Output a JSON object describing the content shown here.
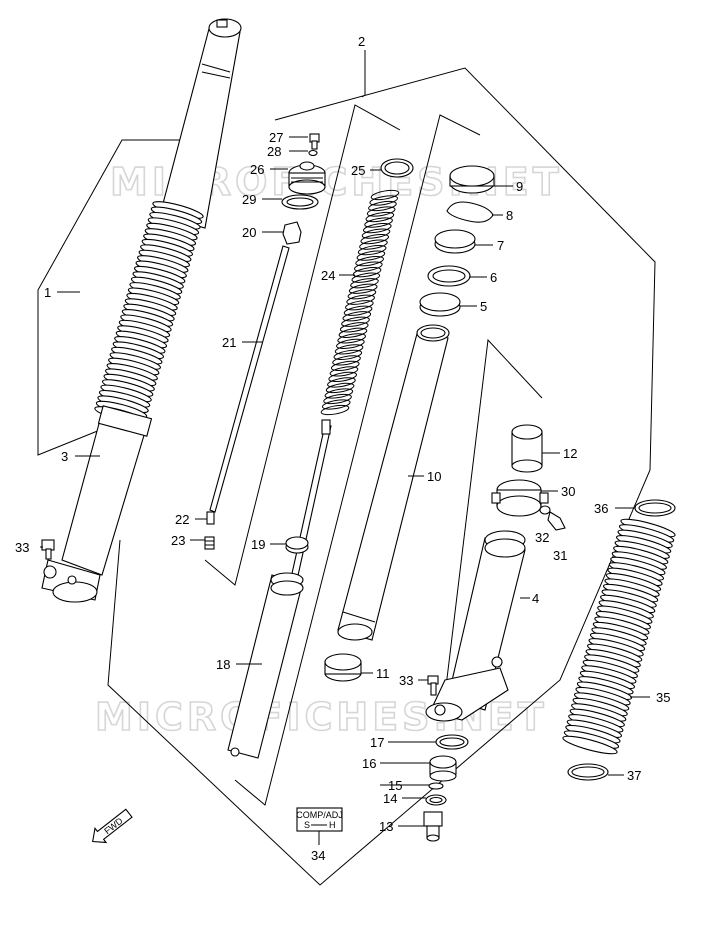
{
  "watermark": "MICROFICHES.NET",
  "fwd_label": "FWD",
  "plate": {
    "top": "COMP/ADJ",
    "left": "S",
    "right": "H"
  },
  "callouts": [
    "1",
    "2",
    "3",
    "4",
    "5",
    "6",
    "7",
    "8",
    "9",
    "10",
    "11",
    "12",
    "13",
    "14",
    "15",
    "16",
    "17",
    "18",
    "19",
    "20",
    "21",
    "22",
    "23",
    "24",
    "25",
    "26",
    "27",
    "28",
    "29",
    "30",
    "31",
    "32",
    "33",
    "34",
    "35",
    "36",
    "37"
  ],
  "colors": {
    "line": "#000000",
    "watermark": "#d6d6d6",
    "background": "#ffffff"
  }
}
